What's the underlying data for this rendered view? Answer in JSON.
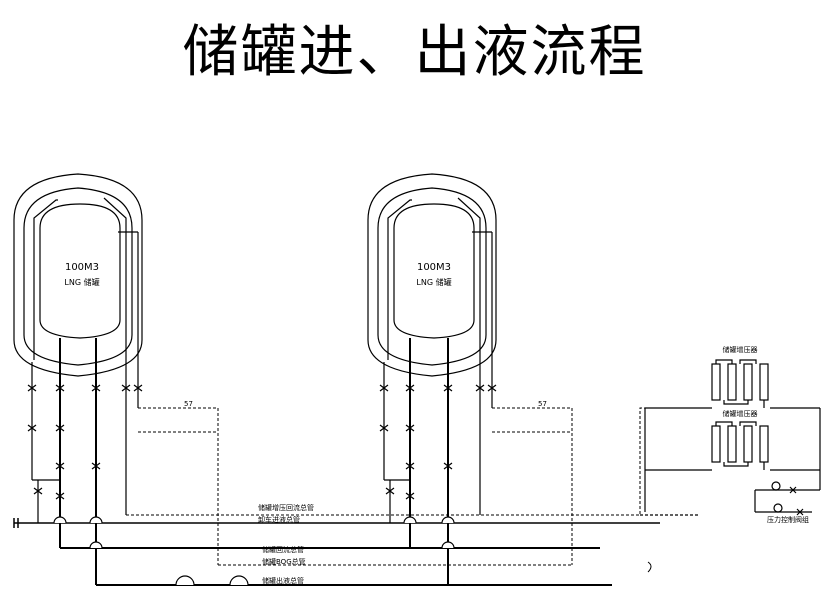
{
  "title": "储罐进、出液流程",
  "tanks": [
    {
      "capacity": "100M3",
      "type": "LNG 储罐"
    },
    {
      "capacity": "100M3",
      "type": "LNG 储罐"
    }
  ],
  "pipe_labels": {
    "pressure_return": "储罐增压回流总管",
    "liquid_inlet": "卸车进液总管",
    "tank_return": "储罐回流总管",
    "bog": "储罐BOG总管",
    "outlet": "储罐出液总管"
  },
  "equipment": {
    "vaporizer_a": "储罐增压器",
    "vaporizer_b": "储罐增压器",
    "control_panel": "压力控制阀组"
  },
  "line_tag": "57"
}
